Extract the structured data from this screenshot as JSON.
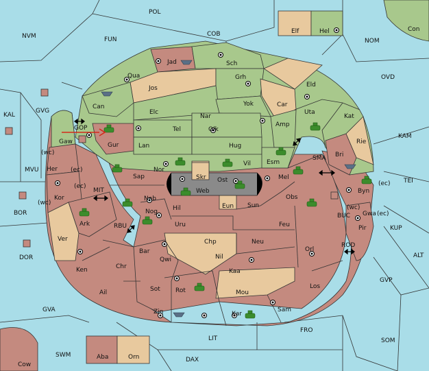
{
  "colors": {
    "sea": "#a9dde8",
    "player_green": "#a8c88c",
    "player_tan": "#e8c99e",
    "player_brown": "#c48a7f",
    "neutral_gray": "#8a8a8a",
    "order_arrow": "#d42a1a",
    "army_icon": "#3c8c2c"
  },
  "labels": {
    "POL": "POL",
    "NVM": "NVM",
    "FUN": "FUN",
    "COB": "COB",
    "NOM": "NOM",
    "Con": "Con",
    "Elf": "Elf",
    "Hel": "Hel",
    "OVD": "OVD",
    "KAL": "KAL",
    "GVG": "GVG",
    "Jad": "Jad",
    "Sch": "Sch",
    "Qua": "Qua",
    "Jos": "Jos",
    "Grh": "Grh",
    "Eld": "Eld",
    "Can": "Can",
    "Car": "Car",
    "Yok": "Yok",
    "Uta": "Uta",
    "Elc": "Elc",
    "Nar": "Nar",
    "Kat": "Kat",
    "GOP": "GOP",
    "Tel": "Tel",
    "Olk": "Olk",
    "Amp": "Amp",
    "KAM": "KAM",
    "Gaw": "Gaw",
    "Gur": "Gur",
    "Lan": "Lan",
    "Hug": "Hug",
    "Rie": "Rie",
    "Bri": "Bri",
    "wc1": "(wc)",
    "Vil": "Vil",
    "Esm": "Esm",
    "SMA": "SMA",
    "MVU": "MVU",
    "Her": "Her",
    "ec1": "(ec)",
    "Nor": "Nor",
    "Skr": "Skr",
    "Mel": "Mel",
    "Sap": "Sap",
    "Ost": "Ost",
    "ec2": "(ec)",
    "Byn": "Byn",
    "TEI": "TEI",
    "Kor": "Kor",
    "MIT": "MIT",
    "ec3": "(ec)",
    "Web": "Web",
    "Obs": "Obs",
    "wc2": "(wc)",
    "BOR": "BOR",
    "Nab": "Nab",
    "Eun": "Eun",
    "Sun": "Sun",
    "wc3": "(wc)",
    "BUC": "BUC",
    "Gwa": "Gwa",
    "ec4": "(ec)",
    "Ark": "Ark",
    "Hil": "Hil",
    "Nog": "Nog",
    "KUP": "KUP",
    "RBU": "RBU",
    "Uru": "Uru",
    "Feu": "Feu",
    "Pir": "Pir",
    "Ver": "Ver",
    "Chp": "Chp",
    "Neu": "Neu",
    "Orl": "Orl",
    "DOR": "DOR",
    "Bar": "Bar",
    "Nil": "Nil",
    "ROD": "ROD",
    "ALT": "ALT",
    "Qwi": "Qwi",
    "Ken": "Ken",
    "Chr": "Chr",
    "Kaa": "Kaa",
    "GVP": "GVP",
    "Los": "Los",
    "Ail": "Ail",
    "Sot": "Sot",
    "Rot": "Rot",
    "Mou": "Mou",
    "GVA": "GVA",
    "Sam": "Sam",
    "Zin": "Zin",
    "Kar": "Kar",
    "FRO": "FRO",
    "LIT": "LIT",
    "SOM": "SOM",
    "SWM": "SWM",
    "Aba": "Aba",
    "Orn": "Orn",
    "DAX": "DAX",
    "Cow": "Cow"
  }
}
